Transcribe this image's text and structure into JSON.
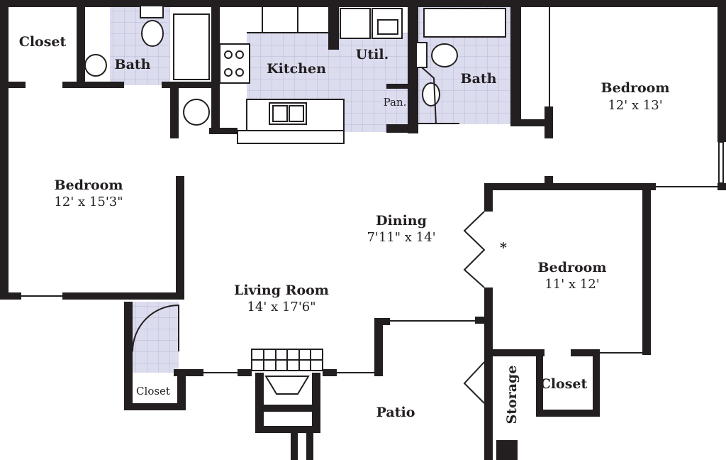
{
  "colors": {
    "wall": "#231f20",
    "tile": "#dcdcef",
    "tile_grid": "#b9b9d6"
  },
  "rooms": {
    "closet_top": {
      "name": "Closet"
    },
    "bath_left": {
      "name": "Bath"
    },
    "kitchen": {
      "name": "Kitchen"
    },
    "utility": {
      "name": "Util."
    },
    "pantry": {
      "name": "Pan."
    },
    "bath_right": {
      "name": "Bath"
    },
    "bedroom_right": {
      "name": "Bedroom",
      "size": "12' x 13'"
    },
    "bedroom_left": {
      "name": "Bedroom",
      "size": "12' x 15'3\""
    },
    "dining": {
      "name": "Dining",
      "size": "7'11\" x 14'"
    },
    "bedroom_middle": {
      "name": "Bedroom",
      "size": "11' x 12'"
    },
    "living_room": {
      "name": "Living Room",
      "size": "14' x 17'6\""
    },
    "closet_entry": {
      "name": "Closet"
    },
    "patio": {
      "name": "Patio"
    },
    "storage": {
      "name": "Storage"
    },
    "closet_bedroom": {
      "name": "Closet"
    },
    "asterisk": {
      "symbol": "*"
    }
  }
}
